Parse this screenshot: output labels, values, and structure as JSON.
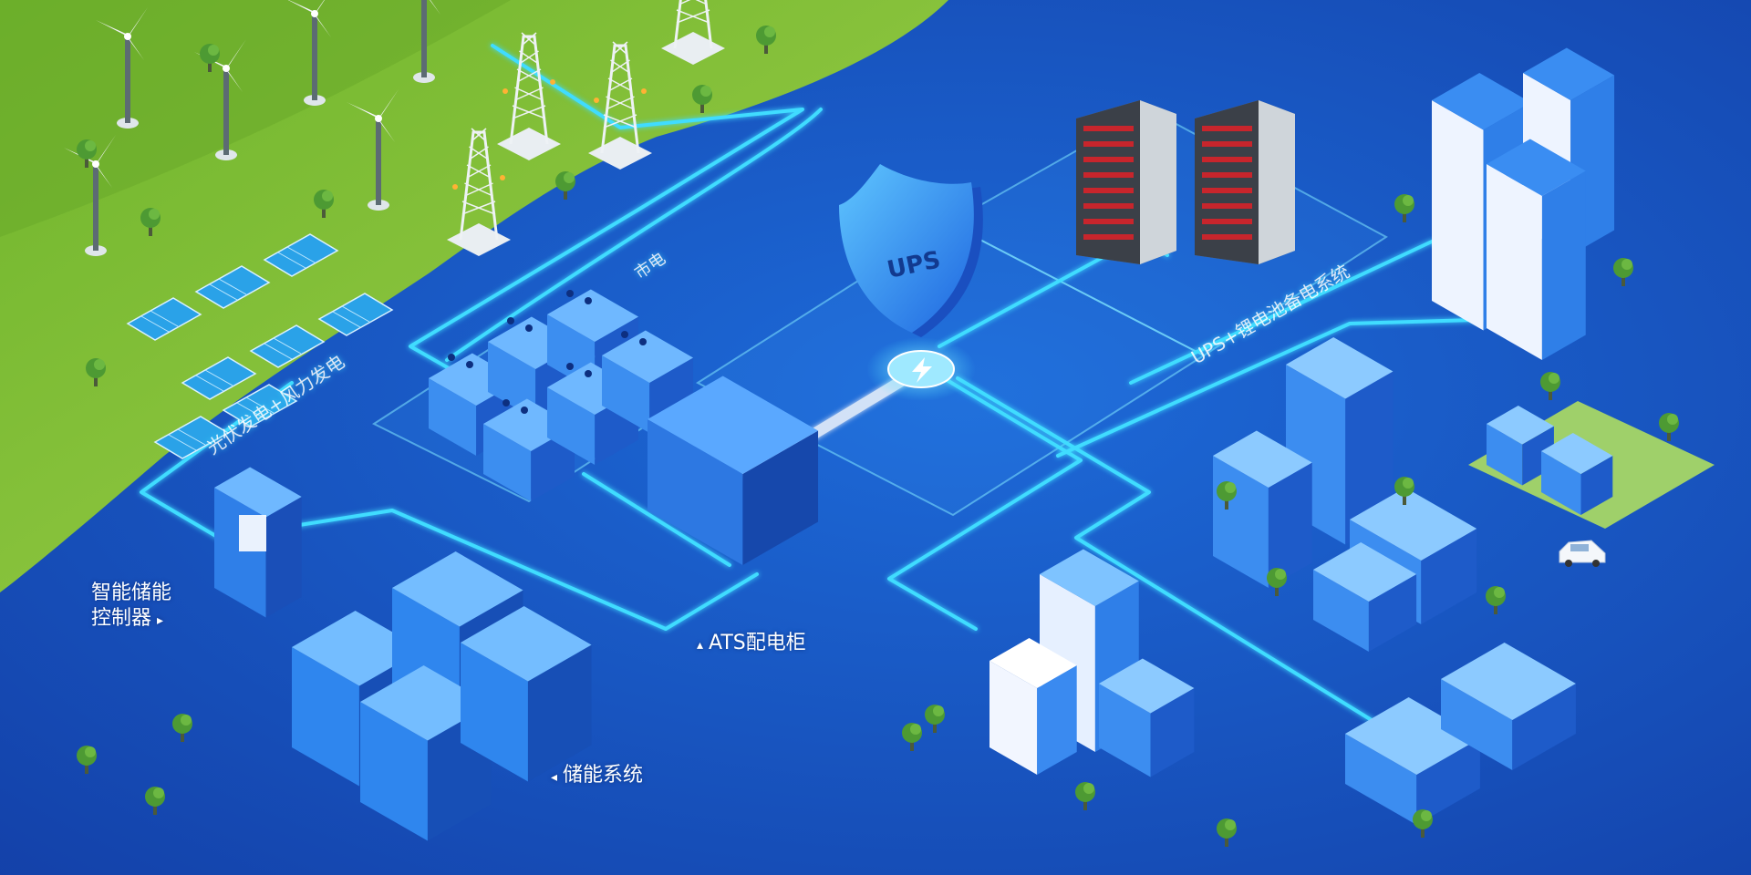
{
  "labels": {
    "pv_wind": "光伏发电+风力发电",
    "grid": "市电",
    "ups_system": "UPS+锂电池备电系统",
    "ups_shield": "UPS",
    "controller_line1": "智能储能",
    "controller_line2": "控制器",
    "ats": "ATS配电柜",
    "storage": "储能系统"
  },
  "icons": {
    "right_arrow": "▸",
    "up_arrow": "▴",
    "left_arrow": "◂"
  },
  "colors": {
    "background_blue": "#1a56c4",
    "grass_green": "#8cc63f",
    "line_cyan": "#3fdcff",
    "building_blue": "#2f7fe8"
  }
}
